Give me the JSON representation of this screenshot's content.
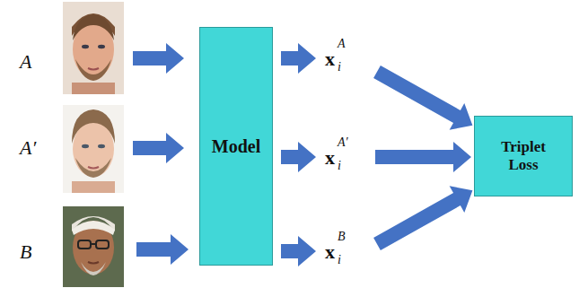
{
  "diagram": {
    "nodes": [
      {
        "text": [
          "Model"
        ]
      },
      {
        "text": [
          "Triplet Loss"
        ]
      }
    ],
    "labels": [
      "A",
      "A′",
      "B",
      "x",
      "i",
      "A",
      "x",
      "i",
      "A′",
      "x",
      "i",
      "B"
    ]
  }
}
